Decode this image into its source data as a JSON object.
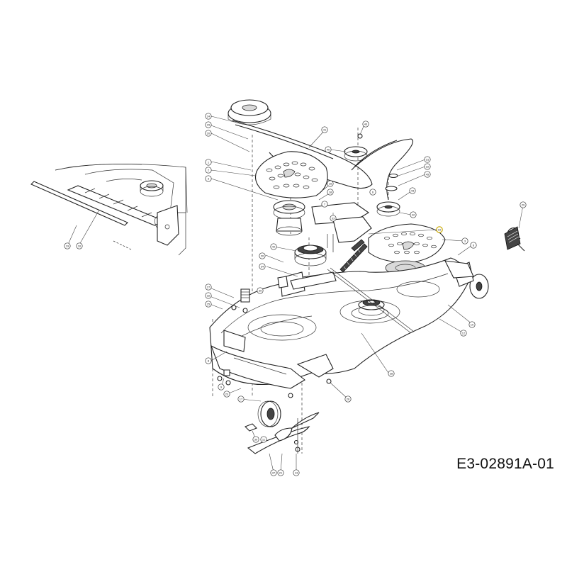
{
  "drawing_code": "E3-02891A-01",
  "callouts": [
    {
      "label": "24"
    },
    {
      "label": "15"
    },
    {
      "label": "20"
    },
    {
      "label": "1"
    },
    {
      "label": "2"
    },
    {
      "label": "3"
    },
    {
      "label": "41"
    },
    {
      "label": "43"
    },
    {
      "label": "40"
    },
    {
      "label": "31"
    },
    {
      "label": "22"
    },
    {
      "label": "45"
    },
    {
      "label": "15"
    },
    {
      "label": "18"
    },
    {
      "label": "7"
    },
    {
      "label": "6"
    },
    {
      "label": "43"
    },
    {
      "label": "42"
    },
    {
      "label": "33"
    },
    {
      "label": "10"
    },
    {
      "label": "3"
    },
    {
      "label": "6"
    },
    {
      "label": "20"
    },
    {
      "label": "34"
    },
    {
      "label": "42"
    },
    {
      "label": "27"
    },
    {
      "label": "32"
    },
    {
      "label": "25"
    },
    {
      "label": "8"
    },
    {
      "label": "9"
    },
    {
      "label": "23"
    },
    {
      "label": "17"
    },
    {
      "label": "26"
    },
    {
      "label": "28"
    },
    {
      "label": "10"
    },
    {
      "label": "29"
    },
    {
      "label": "30"
    },
    {
      "label": "11"
    },
    {
      "label": "37"
    },
    {
      "label": "21"
    },
    {
      "label": "13"
    },
    {
      "label": "19"
    },
    {
      "label": "16"
    },
    {
      "label": "39"
    },
    {
      "label": "12"
    }
  ]
}
